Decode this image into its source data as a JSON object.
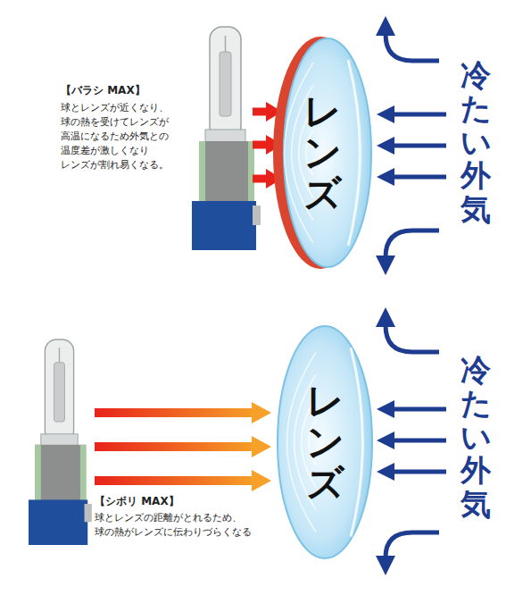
{
  "diagram": {
    "nodes": [
      {
        "text": [
          "レンズ"
        ]
      },
      {
        "text": [
          "レンズ"
        ]
      }
    ],
    "labels": [
      "【バラシ MAX】",
      "球とレンズが近くなり、 球の熱を受けてレンズが 高温になるため外気との 温度差が激しくなり レンズが割れ易くなる。",
      "冷たい外気",
      "【シボリ MAX】",
      "球とレンズの距離がとれるため、 球の熱がレンズに伝わりづらくなる",
      "冷たい外気"
    ]
  }
}
